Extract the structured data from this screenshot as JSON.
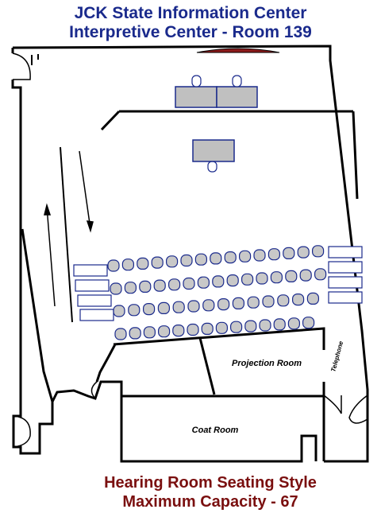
{
  "header": {
    "line1": "JCK State Information Center",
    "line2": "Interpretive Center - Room 139"
  },
  "rooms": {
    "projection": "Projection Room",
    "coat": "Coat Room",
    "telephone": "Telephone"
  },
  "footer": {
    "line1": "Hearing Room Seating Style",
    "line2": "Maximum Capacity - 67"
  },
  "colors": {
    "title": "#1a2a8c",
    "footer": "#7a0f0f",
    "table": "#c0c0c0",
    "chair": "#c8c8c8",
    "stage_bar": "#8b1a1a"
  },
  "seating": {
    "rows": [
      15,
      15,
      14,
      14
    ]
  }
}
